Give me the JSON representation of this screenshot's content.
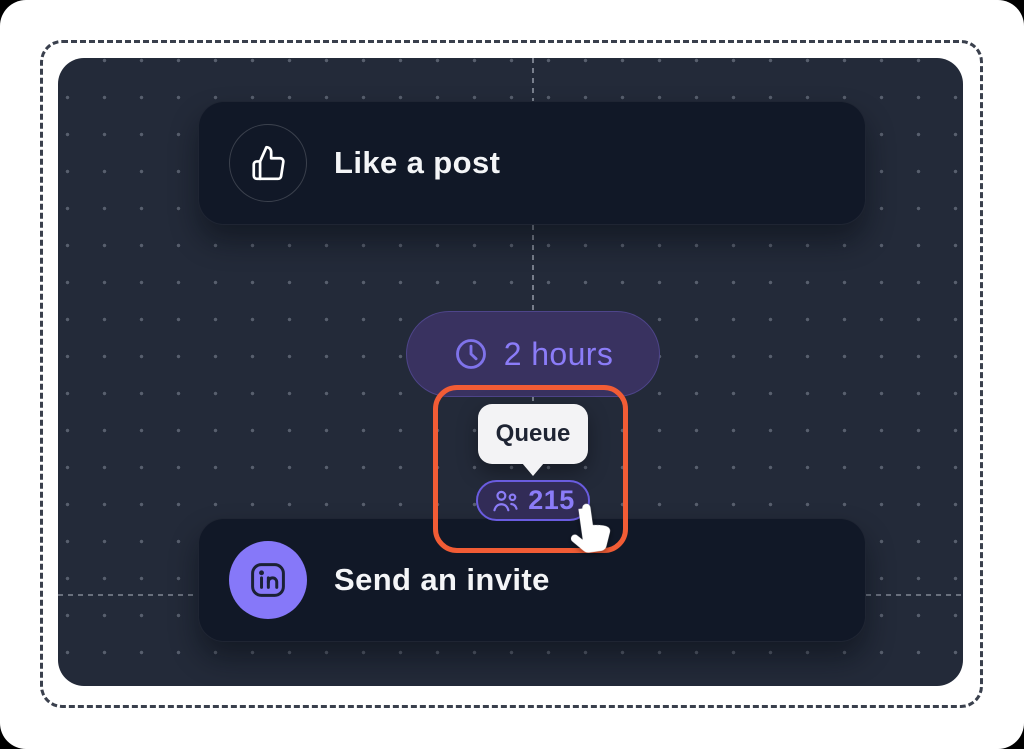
{
  "workflow": {
    "nodes": [
      {
        "label": "Like a post",
        "icon": "thumbs-up-icon"
      },
      {
        "label": "Send an invite",
        "icon": "linkedin-icon"
      }
    ],
    "delay": {
      "label": "2 hours",
      "icon": "clock-icon"
    },
    "queue_tooltip": {
      "label": "Queue"
    },
    "queue_badge": {
      "count": "215",
      "icon": "users-icon"
    }
  },
  "colors": {
    "canvas_bg": "#232A39",
    "node_bg": "#111827",
    "accent_purple": "#8B7CF8",
    "delay_pill_bg": "#393260",
    "badge_bg": "#322C57",
    "badge_border": "#6A5CE0",
    "linkedin_circle": "#8678F9",
    "highlight_orange": "#F25C35",
    "tooltip_bg": "#F3F3F5",
    "tooltip_text": "#1E2433"
  }
}
